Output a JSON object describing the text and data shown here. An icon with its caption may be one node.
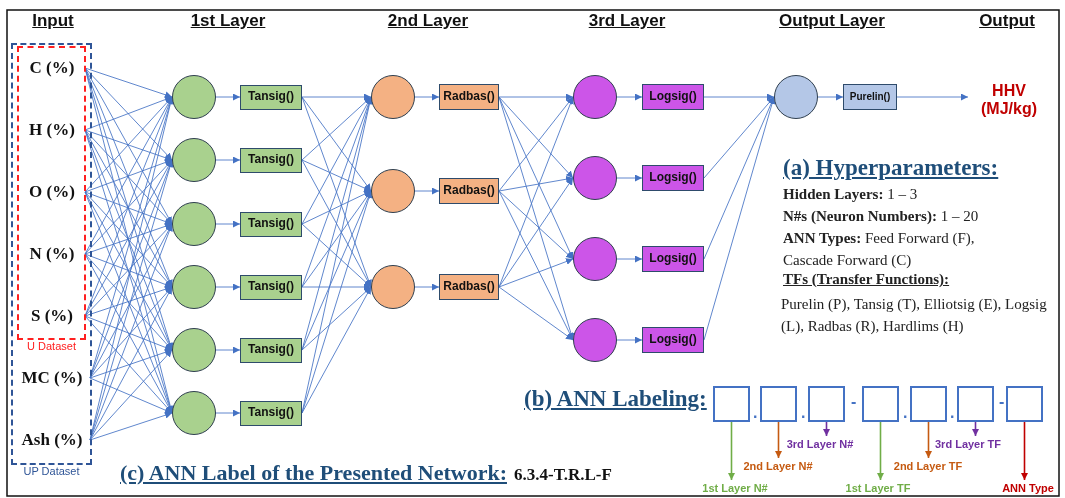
{
  "diagram": {
    "nodes": [
      {
        "text": [
          "UP Dataset"
        ]
      },
      {
        "text": [
          "U Dataset"
        ],
        "in": 0
      },
      {
        "text": [
          "C (%)"
        ],
        "in": 1
      },
      {
        "text": [
          "H (%)"
        ],
        "in": 1
      },
      {
        "text": [
          "O (%)"
        ],
        "in": 1
      },
      {
        "text": [
          "N (%)"
        ],
        "in": 1
      },
      {
        "text": [
          "S (%)"
        ],
        "in": 1
      },
      {
        "text": [
          "MC (%)"
        ],
        "in": 0
      },
      {
        "text": [
          "Ash (%)"
        ],
        "in": 0
      },
      {
        "text": [],
        "shape": "circle"
      },
      {
        "text": [],
        "shape": "circle"
      },
      {
        "text": [],
        "shape": "circle"
      },
      {
        "text": [],
        "shape": "circle"
      },
      {
        "text": [],
        "shape": "circle"
      },
      {
        "text": [],
        "shape": "circle"
      },
      {
        "text": [
          "Tansig()"
        ]
      },
      {
        "text": [
          "Tansig()"
        ]
      },
      {
        "text": [
          "Tansig()"
        ]
      },
      {
        "text": [
          "Tansig()"
        ]
      },
      {
        "text": [
          "Tansig()"
        ]
      },
      {
        "text": [
          "Tansig()"
        ]
      },
      {
        "text": [],
        "shape": "circle"
      },
      {
        "text": [],
        "shape": "circle"
      },
      {
        "text": [],
        "shape": "circle"
      },
      {
        "text": [
          "Radbas()"
        ]
      },
      {
        "text": [
          "Radbas()"
        ]
      },
      {
        "text": [
          "Radbas()"
        ]
      },
      {
        "text": [],
        "shape": "circle"
      },
      {
        "text": [],
        "shape": "circle"
      },
      {
        "text": [],
        "shape": "circle"
      },
      {
        "text": [],
        "shape": "circle"
      },
      {
        "text": [
          "Logsig()"
        ]
      },
      {
        "text": [
          "Logsig()"
        ]
      },
      {
        "text": [
          "Logsig()"
        ]
      },
      {
        "text": [
          "Logsig()"
        ]
      },
      {
        "text": [],
        "shape": "circle"
      },
      {
        "text": [
          "Purelin()"
        ]
      },
      {
        "text": [
          "HHV (MJ/kg)"
        ]
      },
      {
        "text": [],
        "shape": "box"
      },
      {
        "text": [],
        "shape": "box"
      },
      {
        "text": [],
        "shape": "box"
      },
      {
        "text": [],
        "shape": "box"
      },
      {
        "text": [],
        "shape": "box"
      },
      {
        "text": [],
        "shape": "box"
      },
      {
        "text": [],
        "shape": "box"
      },
      {
        "text": [
          "1st Layer N#"
        ]
      },
      {
        "text": [
          "2nd Layer N#"
        ]
      },
      {
        "text": [
          "3rd Layer N#"
        ]
      },
      {
        "text": [
          "1st Layer TF"
        ]
      },
      {
        "text": [
          "2nd Layer TF"
        ]
      },
      {
        "text": [
          "3rd Layer TF"
        ]
      },
      {
        "text": [
          "ANN Type"
        ]
      }
    ],
    "edges": [
      {
        "from": 2,
        "to": 9,
        "arrow": "to"
      },
      {
        "from": 2,
        "to": 10,
        "arrow": "to"
      },
      {
        "from": 2,
        "to": 11,
        "arrow": "to"
      },
      {
        "from": 2,
        "to": 12,
        "arrow": "to"
      },
      {
        "from": 2,
        "to": 13,
        "arrow": "to"
      },
      {
        "from": 2,
        "to": 14,
        "arrow": "to"
      },
      {
        "from": 3,
        "to": 9,
        "arrow": "to"
      },
      {
        "from": 3,
        "to": 10,
        "arrow": "to"
      },
      {
        "from": 3,
        "to": 11,
        "arrow": "to"
      },
      {
        "from": 3,
        "to": 12,
        "arrow": "to"
      },
      {
        "from": 3,
        "to": 13,
        "arrow": "to"
      },
      {
        "from": 3,
        "to": 14,
        "arrow": "to"
      },
      {
        "from": 4,
        "to": 9,
        "arrow": "to"
      },
      {
        "from": 4,
        "to": 10,
        "arrow": "to"
      },
      {
        "from": 4,
        "to": 11,
        "arrow": "to"
      },
      {
        "from": 4,
        "to": 12,
        "arrow": "to"
      },
      {
        "from": 4,
        "to": 13,
        "arrow": "to"
      },
      {
        "from": 4,
        "to": 14,
        "arrow": "to"
      },
      {
        "from": 5,
        "to": 9,
        "arrow": "to"
      },
      {
        "from": 5,
        "to": 10,
        "arrow": "to"
      },
      {
        "from": 5,
        "to": 11,
        "arrow": "to"
      },
      {
        "from": 5,
        "to": 12,
        "arrow": "to"
      },
      {
        "from": 5,
        "to": 13,
        "arrow": "to"
      },
      {
        "from": 5,
        "to": 14,
        "arrow": "to"
      },
      {
        "from": 6,
        "to": 9,
        "arrow": "to"
      },
      {
        "from": 6,
        "to": 10,
        "arrow": "to"
      },
      {
        "from": 6,
        "to": 11,
        "arrow": "to"
      },
      {
        "from": 6,
        "to": 12,
        "arrow": "to"
      },
      {
        "from": 6,
        "to": 13,
        "arrow": "to"
      },
      {
        "from": 6,
        "to": 14,
        "arrow": "to"
      },
      {
        "from": 7,
        "to": 9,
        "arrow": "to"
      },
      {
        "from": 7,
        "to": 10,
        "arrow": "to"
      },
      {
        "from": 7,
        "to": 11,
        "arrow": "to"
      },
      {
        "from": 7,
        "to": 12,
        "arrow": "to"
      },
      {
        "from": 7,
        "to": 13,
        "arrow": "to"
      },
      {
        "from": 7,
        "to": 14,
        "arrow": "to"
      },
      {
        "from": 8,
        "to": 9,
        "arrow": "to"
      },
      {
        "from": 8,
        "to": 10,
        "arrow": "to"
      },
      {
        "from": 8,
        "to": 11,
        "arrow": "to"
      },
      {
        "from": 8,
        "to": 12,
        "arrow": "to"
      },
      {
        "from": 8,
        "to": 13,
        "arrow": "to"
      },
      {
        "from": 8,
        "to": 14,
        "arrow": "to"
      },
      {
        "from": 9,
        "to": 15,
        "arrow": "to"
      },
      {
        "from": 10,
        "to": 16,
        "arrow": "to"
      },
      {
        "from": 11,
        "to": 17,
        "arrow": "to"
      },
      {
        "from": 12,
        "to": 18,
        "arrow": "to"
      },
      {
        "from": 13,
        "to": 19,
        "arrow": "to"
      },
      {
        "from": 14,
        "to": 20,
        "arrow": "to"
      },
      {
        "from": 15,
        "to": 21,
        "arrow": "to"
      },
      {
        "from": 15,
        "to": 22,
        "arrow": "to"
      },
      {
        "from": 15,
        "to": 23,
        "arrow": "to"
      },
      {
        "from": 16,
        "to": 21,
        "arrow": "to"
      },
      {
        "from": 16,
        "to": 22,
        "arrow": "to"
      },
      {
        "from": 16,
        "to": 23,
        "arrow": "to"
      },
      {
        "from": 17,
        "to": 21,
        "arrow": "to"
      },
      {
        "from": 17,
        "to": 22,
        "arrow": "to"
      },
      {
        "from": 17,
        "to": 23,
        "arrow": "to"
      },
      {
        "from": 18,
        "to": 21,
        "arrow": "to"
      },
      {
        "from": 18,
        "to": 22,
        "arrow": "to"
      },
      {
        "from": 18,
        "to": 23,
        "arrow": "to"
      },
      {
        "from": 19,
        "to": 21,
        "arrow": "to"
      },
      {
        "from": 19,
        "to": 22,
        "arrow": "to"
      },
      {
        "from": 19,
        "to": 23,
        "arrow": "to"
      },
      {
        "from": 20,
        "to": 21,
        "arrow": "to"
      },
      {
        "from": 20,
        "to": 22,
        "arrow": "to"
      },
      {
        "from": 20,
        "to": 23,
        "arrow": "to"
      },
      {
        "from": 21,
        "to": 24,
        "arrow": "to"
      },
      {
        "from": 22,
        "to": 25,
        "arrow": "to"
      },
      {
        "from": 23,
        "to": 26,
        "arrow": "to"
      },
      {
        "from": 24,
        "to": 27,
        "arrow": "to"
      },
      {
        "from": 24,
        "to": 28,
        "arrow": "to"
      },
      {
        "from": 24,
        "to": 29,
        "arrow": "to"
      },
      {
        "from": 24,
        "to": 30,
        "arrow": "to"
      },
      {
        "from": 25,
        "to": 27,
        "arrow": "to"
      },
      {
        "from": 25,
        "to": 28,
        "arrow": "to"
      },
      {
        "from": 25,
        "to": 29,
        "arrow": "to"
      },
      {
        "from": 25,
        "to": 30,
        "arrow": "to"
      },
      {
        "from": 26,
        "to": 27,
        "arrow": "to"
      },
      {
        "from": 26,
        "to": 28,
        "arrow": "to"
      },
      {
        "from": 26,
        "to": 29,
        "arrow": "to"
      },
      {
        "from": 26,
        "to": 30,
        "arrow": "to"
      },
      {
        "from": 27,
        "to": 31,
        "arrow": "to"
      },
      {
        "from": 28,
        "to": 32,
        "arrow": "to"
      },
      {
        "from": 29,
        "to": 33,
        "arrow": "to"
      },
      {
        "from": 30,
        "to": 34,
        "arrow": "to"
      },
      {
        "from": 31,
        "to": 35,
        "arrow": "to"
      },
      {
        "from": 32,
        "to": 35,
        "arrow": "to"
      },
      {
        "from": 33,
        "to": 35,
        "arrow": "to"
      },
      {
        "from": 34,
        "to": 35,
        "arrow": "to"
      },
      {
        "from": 35,
        "to": 36,
        "arrow": "to"
      },
      {
        "from": 36,
        "to": 37,
        "arrow": "to"
      },
      {
        "from": 38,
        "to": 45,
        "arrow": "to",
        "color": "#70ad47"
      },
      {
        "from": 39,
        "to": 46,
        "arrow": "to",
        "color": "#c55a11"
      },
      {
        "from": 40,
        "to": 47,
        "arrow": "to",
        "color": "#7030a0"
      },
      {
        "from": 41,
        "to": 48,
        "arrow": "to",
        "color": "#70ad47"
      },
      {
        "from": 42,
        "to": 49,
        "arrow": "to",
        "color": "#c55a11"
      },
      {
        "from": 43,
        "to": 50,
        "arrow": "to",
        "color": "#7030a0"
      },
      {
        "from": 44,
        "to": 51,
        "arrow": "to",
        "color": "#c00000"
      }
    ],
    "labels": [
      "Input",
      "1st Layer",
      "2nd Layer",
      "3rd Layer",
      "Output Layer",
      "Output",
      "(a) Hyperparameters:",
      "**Hidden Layers:** 1 – 3",
      "**N#s (Neuron Numbers):** 1 – 20",
      "**ANN Types:** Feed Forward (F), Cascade Forward (C)",
      "TFs (Transfer Functions):",
      "Purelin (P), Tansig (T), Elliotsig (E), Logsig (L), Radbas (R), Hardlims (H)",
      "(b) ANN Labeling:",
      ".",
      ".",
      "-",
      ".",
      ".",
      "-",
      "(c) ANN Label of the Presented Network:",
      "6.3.4-T.R.L-F"
    ]
  }
}
